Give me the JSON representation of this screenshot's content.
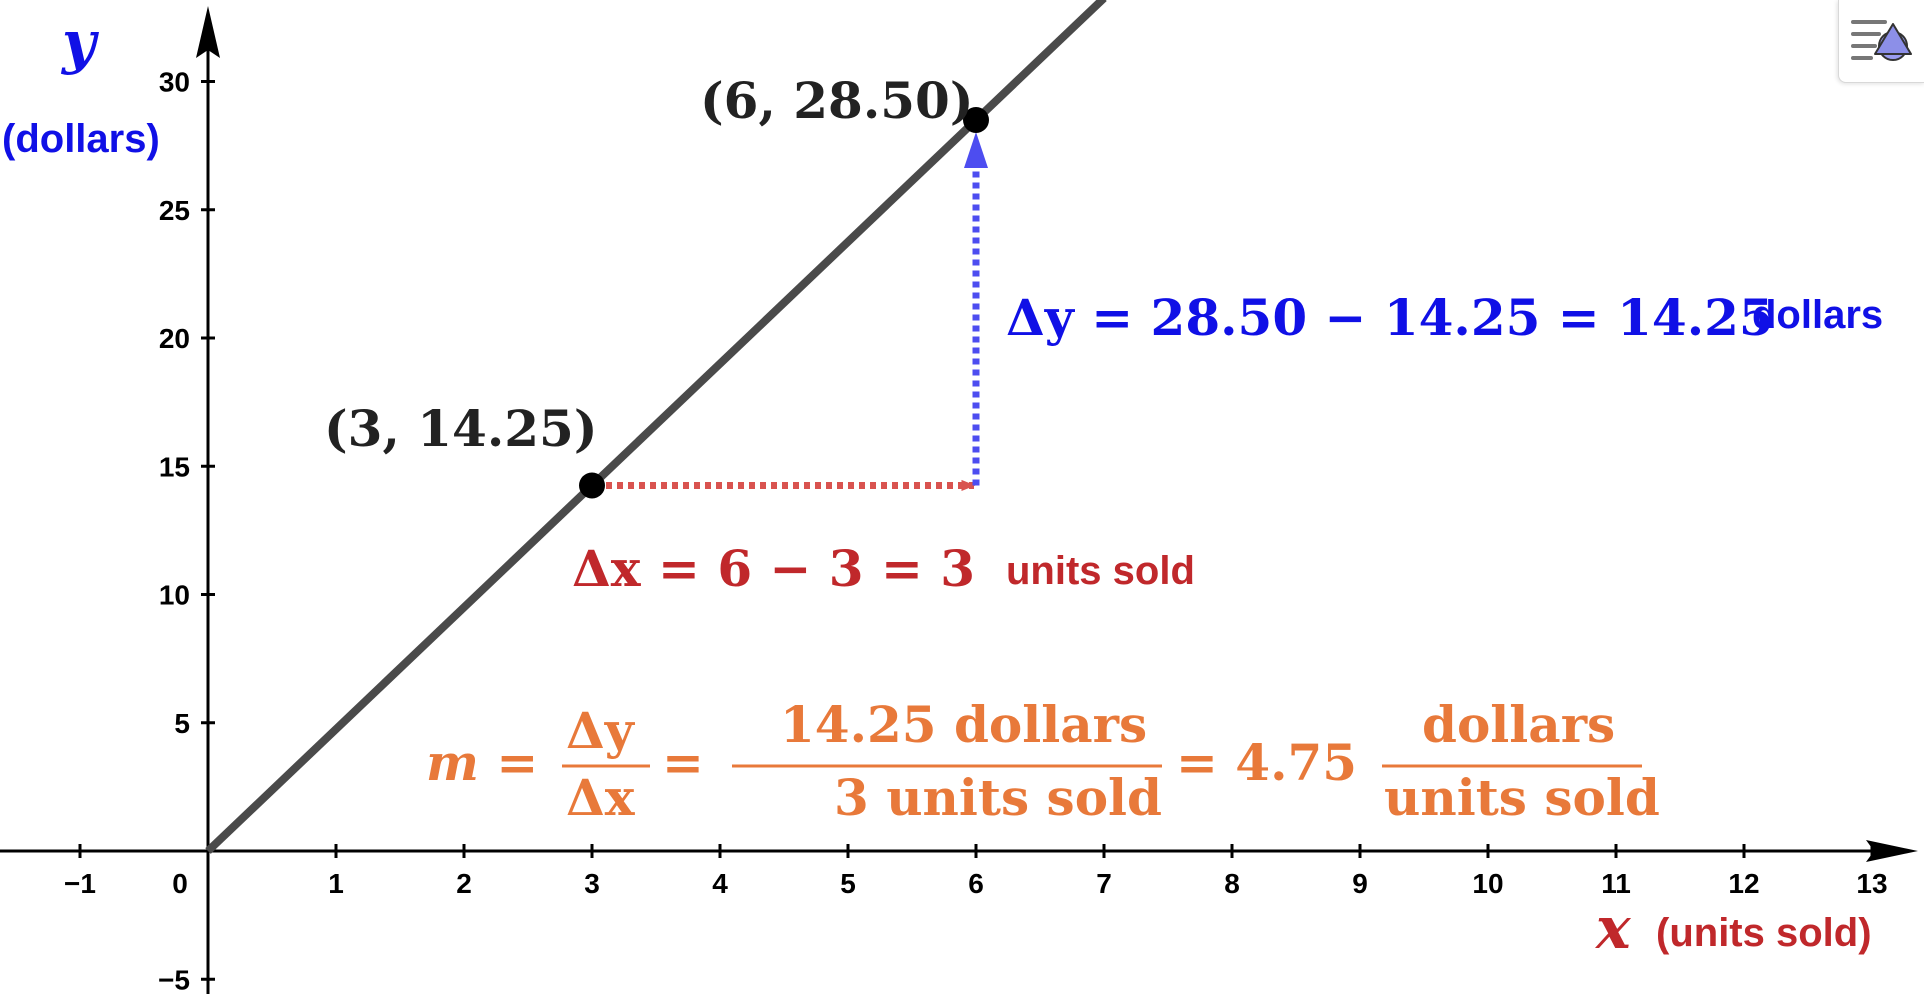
{
  "colors": {
    "line": "#4a4a4a",
    "delta_x": "#c0282b",
    "delta_x_arrow": "#d9534f",
    "delta_y": "#1010e6",
    "delta_y_arrow": "#4d4df0",
    "slope": "#e8793a",
    "axis": "#000000"
  },
  "axes": {
    "y_symbol": "y",
    "y_unit": "(dollars)",
    "x_symbol": "x",
    "x_unit": "(units sold)"
  },
  "points": {
    "p1_label": "(3, 14.25)",
    "p2_label": "(6, 28.50)"
  },
  "delta_y": {
    "expression": "Δy = 28.50 − 14.25 = 14.25",
    "unit": "dollars"
  },
  "delta_x": {
    "expression": "Δx = 6 − 3  = 3",
    "unit": "units sold"
  },
  "slope": {
    "lhs": "m =",
    "frac1_num": "Δy",
    "frac1_den": "Δx",
    "eq1": "=",
    "frac2_num": "14.25 dollars",
    "frac2_den": "3  units sold",
    "eq2": "= 4.75",
    "frac3_num": "dollars",
    "frac3_den": "units sold"
  },
  "toolbar": {
    "style_icon": "graphics-style-icon"
  },
  "chart_data": {
    "type": "line",
    "series": [
      {
        "x": [
          0,
          7.0
        ],
        "y": [
          0,
          33.25
        ]
      }
    ],
    "points": [
      {
        "x": 3,
        "y": 14.25
      },
      {
        "x": 6,
        "y": 28.5
      }
    ],
    "delta_x_segment": {
      "from": [
        3,
        14.25
      ],
      "to": [
        6,
        14.25
      ]
    },
    "delta_y_segment": {
      "from": [
        6,
        14.25
      ],
      "to": [
        6,
        28.5
      ]
    },
    "slope_value": 4.75,
    "xlim": [
      -1.6,
      13.6
    ],
    "ylim": [
      -5.5,
      33
    ],
    "x_ticks": [
      -1,
      0,
      1,
      2,
      3,
      4,
      5,
      6,
      7,
      8,
      9,
      10,
      11,
      12,
      13
    ],
    "y_ticks": [
      -5,
      5,
      10,
      15,
      20,
      25,
      30
    ],
    "tick_labels_x": [
      "−1",
      "0",
      "1",
      "2",
      "3",
      "4",
      "5",
      "6",
      "7",
      "8",
      "9",
      "10",
      "11",
      "12",
      "13"
    ],
    "tick_labels_y": [
      "−5",
      "5",
      "10",
      "15",
      "20",
      "25",
      "30"
    ],
    "grid": false
  }
}
